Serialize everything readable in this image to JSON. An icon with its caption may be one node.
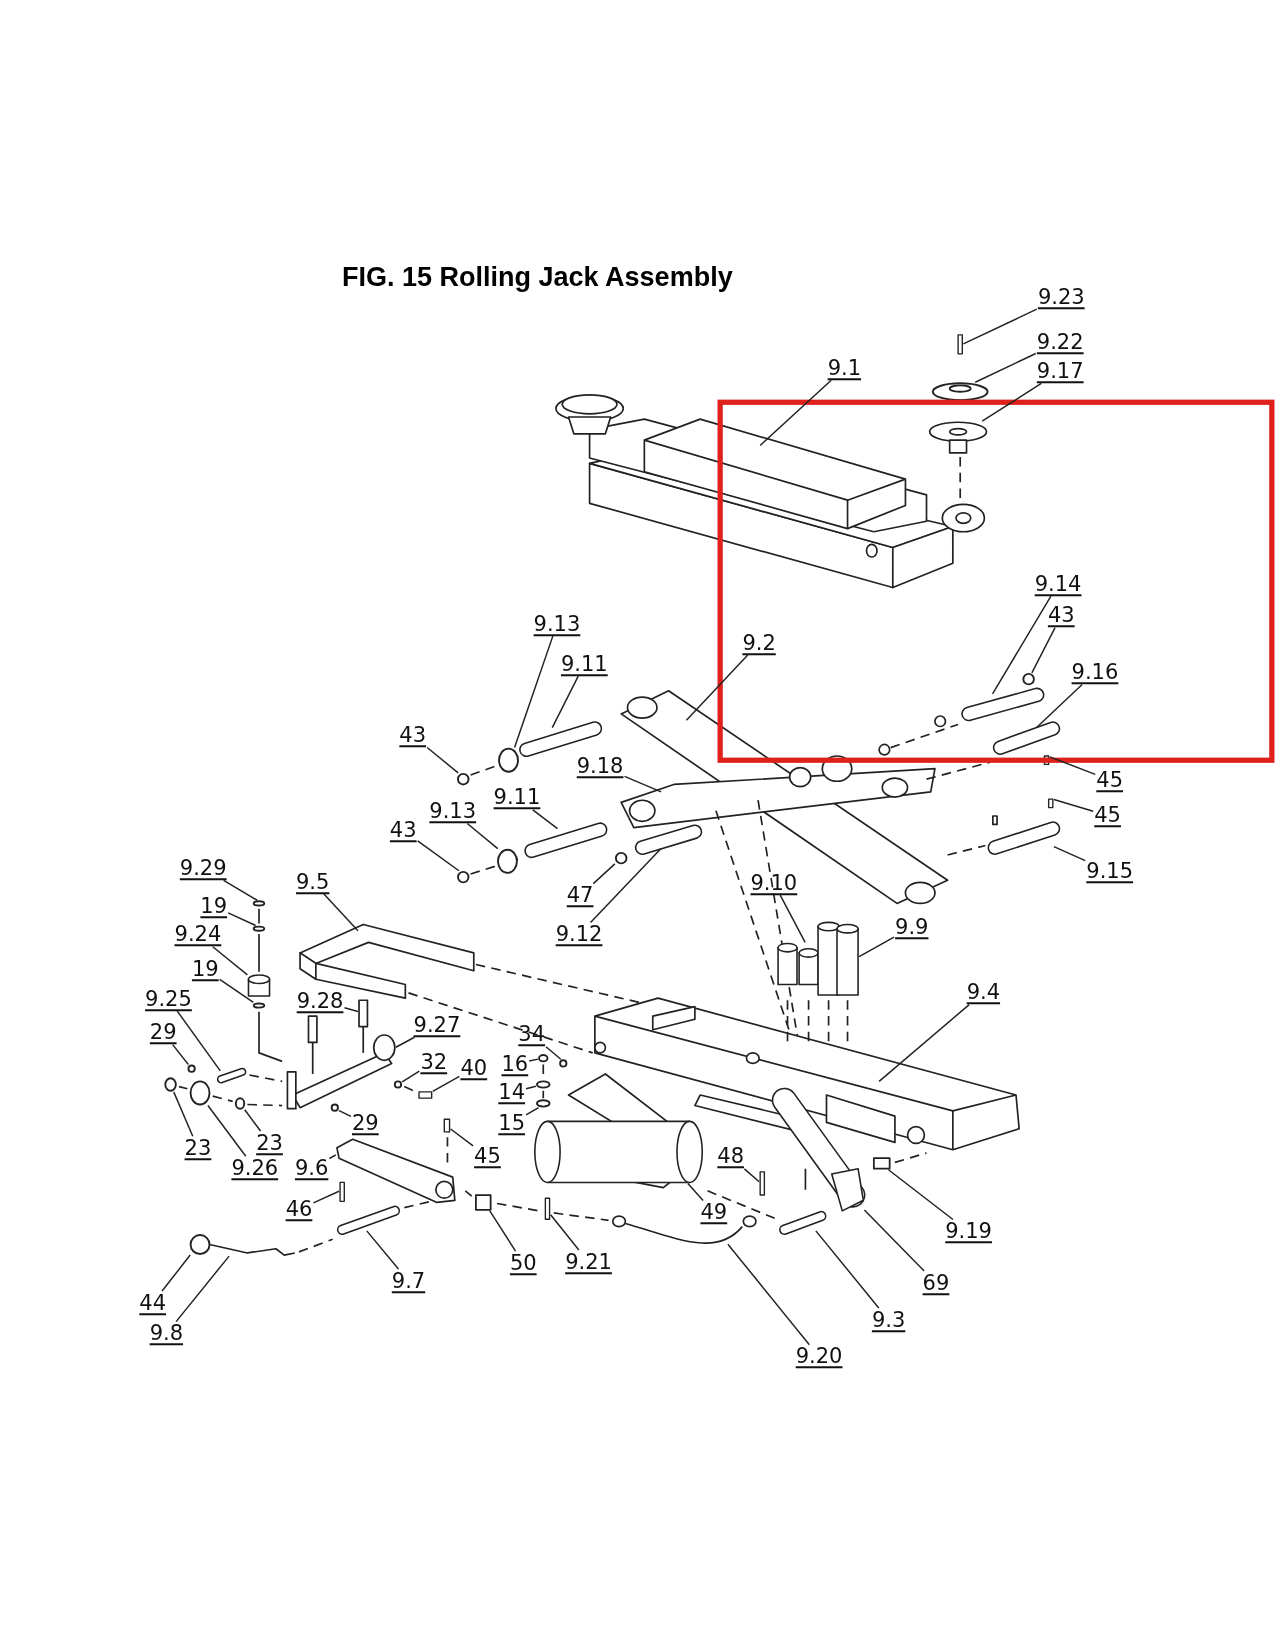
{
  "diagram": {
    "title": "FIG. 15  Rolling Jack Assembly",
    "nodes": [
      {
        "text": [
          "9.23"
        ]
      },
      {
        "text": [
          "9.22"
        ]
      },
      {
        "text": [
          "9.17"
        ]
      },
      {
        "text": [
          "9.1"
        ]
      },
      {
        "text": [
          "9.14"
        ]
      },
      {
        "text": [
          "43"
        ]
      },
      {
        "text": [
          "9.16"
        ]
      },
      {
        "text": [
          "9.2"
        ]
      },
      {
        "text": [
          "45"
        ]
      },
      {
        "text": [
          "45"
        ]
      },
      {
        "text": [
          "9.15"
        ]
      },
      {
        "text": [
          "9.13"
        ]
      },
      {
        "text": [
          "9.11"
        ]
      },
      {
        "text": [
          "43"
        ]
      },
      {
        "text": [
          "9.18"
        ]
      },
      {
        "text": [
          "9.13"
        ]
      },
      {
        "text": [
          "9.11"
        ]
      },
      {
        "text": [
          "43"
        ]
      },
      {
        "text": [
          "47"
        ]
      },
      {
        "text": [
          "9.12"
        ]
      },
      {
        "text": [
          "9.29"
        ]
      },
      {
        "text": [
          "19"
        ]
      },
      {
        "text": [
          "9.24"
        ]
      },
      {
        "text": [
          "19"
        ]
      },
      {
        "text": [
          "9.5"
        ]
      },
      {
        "text": [
          "9.10"
        ]
      },
      {
        "text": [
          "9.9"
        ]
      },
      {
        "text": [
          "9.4"
        ]
      },
      {
        "text": [
          "9.25"
        ]
      },
      {
        "text": [
          "9.28"
        ]
      },
      {
        "text": [
          "9.27"
        ]
      },
      {
        "text": [
          "29"
        ]
      },
      {
        "text": [
          "34"
        ]
      },
      {
        "text": [
          "32"
        ]
      },
      {
        "text": [
          "40"
        ]
      },
      {
        "text": [
          "16"
        ]
      },
      {
        "text": [
          "14"
        ]
      },
      {
        "text": [
          "15"
        ]
      },
      {
        "text": [
          "29"
        ]
      },
      {
        "text": [
          "23"
        ]
      },
      {
        "text": [
          "23"
        ]
      },
      {
        "text": [
          "9.26"
        ]
      },
      {
        "text": [
          "9.6"
        ]
      },
      {
        "text": [
          "45"
        ]
      },
      {
        "text": [
          "48"
        ]
      },
      {
        "text": [
          "49"
        ]
      },
      {
        "text": [
          "46"
        ]
      },
      {
        "text": [
          "9.19"
        ]
      },
      {
        "text": [
          "50"
        ]
      },
      {
        "text": [
          "9.21"
        ]
      },
      {
        "text": [
          "69"
        ]
      },
      {
        "text": [
          "9.7"
        ]
      },
      {
        "text": [
          "44"
        ]
      },
      {
        "text": [
          "9.8"
        ]
      },
      {
        "text": [
          "9.3"
        ]
      },
      {
        "text": [
          "9.20"
        ]
      },
      {
        "text": [],
        "shape": "bar"
      },
      {
        "text": [],
        "shape": "circle"
      },
      {
        "text": [],
        "shape": "picture"
      },
      {
        "text": [],
        "shape": "cylinder"
      },
      {
        "text": [],
        "shape": "circle"
      },
      {
        "text": [],
        "shape": "cylinder"
      },
      {
        "text": [],
        "shape": "bar"
      },
      {
        "text": [],
        "shape": "bar"
      },
      {
        "text": [],
        "shape": "cylinder"
      },
      {
        "text": [],
        "shape": "circle"
      },
      {
        "text": [],
        "shape": "cylinder"
      },
      {
        "text": [],
        "shape": "circle"
      },
      {
        "text": [],
        "shape": "circle"
      },
      {
        "text": [],
        "shape": "cylinder"
      },
      {
        "text": [],
        "shape": "circle"
      },
      {
        "text": [],
        "shape": "circle"
      },
      {
        "text": [],
        "shape": "cylinder"
      },
      {
        "text": [],
        "shape": "circle"
      },
      {
        "text": [],
        "shape": "circle"
      },
      {
        "text": [],
        "shape": "cylinder"
      },
      {
        "text": [],
        "shape": "circle"
      },
      {
        "text": [],
        "shape": "cylinder"
      },
      {
        "text": [],
        "shape": "cylinder"
      },
      {
        "text": [],
        "shape": "cylinder"
      },
      {
        "text": [],
        "shape": "picture"
      },
      {
        "text": [],
        "shape": "picture"
      },
      {
        "text": [],
        "shape": "circle"
      },
      {
        "text": [],
        "shape": "circle"
      },
      {
        "text": [],
        "shape": "circle"
      },
      {
        "text": [],
        "shape": "bar"
      },
      {
        "text": [],
        "shape": "circle"
      },
      {
        "text": [],
        "shape": "circle"
      },
      {
        "text": [],
        "shape": "circle"
      },
      {
        "text": [],
        "shape": "circle"
      },
      {
        "text": [],
        "shape": "circle"
      },
      {
        "text": [],
        "shape": "circle"
      },
      {
        "text": [],
        "shape": "circle"
      },
      {
        "text": [],
        "shape": "picture"
      },
      {
        "text": [],
        "shape": "bar"
      },
      {
        "text": [],
        "shape": "bar"
      },
      {
        "text": [],
        "shape": "cylinder"
      },
      {
        "text": [],
        "shape": "bar"
      },
      {
        "text": [],
        "shape": "box"
      },
      {
        "text": [],
        "shape": "box"
      },
      {
        "text": [],
        "shape": "bar"
      },
      {
        "text": [],
        "shape": "cylinder"
      },
      {
        "text": [],
        "shape": "cylinder"
      },
      {
        "text": [],
        "shape": "circle"
      },
      {
        "text": [],
        "shape": "picture"
      },
      {
        "text": [],
        "shape": "cylinder"
      },
      {
        "text": [],
        "shape": "picture"
      }
    ],
    "edges": [
      {
        "from": 0,
        "to": 56,
        "arrow": "none"
      },
      {
        "from": 1,
        "to": 57,
        "arrow": "none"
      },
      {
        "from": 2,
        "to": 58,
        "arrow": "none"
      },
      {
        "from": 3,
        "to": null,
        "arrow": "none"
      },
      {
        "from": 4,
        "to": 59,
        "arrow": "none"
      },
      {
        "from": 5,
        "to": 60,
        "arrow": "none"
      },
      {
        "from": 6,
        "to": 61,
        "arrow": "none"
      },
      {
        "from": 7,
        "to": null,
        "arrow": "none"
      },
      {
        "from": 8,
        "to": 62,
        "arrow": "none"
      },
      {
        "from": 9,
        "to": 63,
        "arrow": "none"
      },
      {
        "from": 10,
        "to": 64,
        "arrow": "none"
      },
      {
        "from": 11,
        "to": 65,
        "arrow": "none"
      },
      {
        "from": 12,
        "to": 66,
        "arrow": "none"
      },
      {
        "from": 13,
        "to": 67,
        "arrow": "none"
      },
      {
        "from": 14,
        "to": null,
        "arrow": "none"
      },
      {
        "from": 15,
        "to": 68,
        "arrow": "none"
      },
      {
        "from": 16,
        "to": 69,
        "arrow": "none"
      },
      {
        "from": 17,
        "to": 70,
        "arrow": "none"
      },
      {
        "from": 18,
        "to": 71,
        "arrow": "none"
      },
      {
        "from": 19,
        "to": 72,
        "arrow": "none"
      },
      {
        "from": 20,
        "to": 73,
        "arrow": "none"
      },
      {
        "from": 21,
        "to": 74,
        "arrow": "none"
      },
      {
        "from": 22,
        "to": 75,
        "arrow": "none"
      },
      {
        "from": 23,
        "to": 76,
        "arrow": "none"
      },
      {
        "from": 24,
        "to": null,
        "arrow": "none"
      },
      {
        "from": 25,
        "to": 77,
        "arrow": "none"
      },
      {
        "from": 26,
        "to": 78,
        "arrow": "none"
      },
      {
        "from": 27,
        "to": null,
        "arrow": "none"
      },
      {
        "from": 28,
        "to": 79,
        "arrow": "none"
      },
      {
        "from": 29,
        "to": 80,
        "arrow": "none"
      },
      {
        "from": 30,
        "to": 81,
        "arrow": "none"
      },
      {
        "from": 31,
        "to": 82,
        "arrow": "none"
      },
      {
        "from": 32,
        "to": 83,
        "arrow": "none"
      },
      {
        "from": 33,
        "to": 84,
        "arrow": "none"
      },
      {
        "from": 34,
        "to": 85,
        "arrow": "none"
      },
      {
        "from": 35,
        "to": 86,
        "arrow": "none"
      },
      {
        "from": 36,
        "to": 87,
        "arrow": "none"
      },
      {
        "from": 37,
        "to": 88,
        "arrow": "none"
      },
      {
        "from": 38,
        "to": 89,
        "arrow": "none"
      },
      {
        "from": 39,
        "to": 90,
        "arrow": "none"
      },
      {
        "from": 40,
        "to": 91,
        "arrow": "none"
      },
      {
        "from": 41,
        "to": 92,
        "arrow": "none"
      },
      {
        "from": 42,
        "to": 93,
        "arrow": "none"
      },
      {
        "from": 43,
        "to": 94,
        "arrow": "none"
      },
      {
        "from": 44,
        "to": 95,
        "arrow": "none"
      },
      {
        "from": 45,
        "to": 96,
        "arrow": "none"
      },
      {
        "from": 46,
        "to": 97,
        "arrow": "none"
      },
      {
        "from": 47,
        "to": 98,
        "arrow": "none"
      },
      {
        "from": 48,
        "to": 99,
        "arrow": "none"
      },
      {
        "from": 49,
        "to": 100,
        "arrow": "none"
      },
      {
        "from": 50,
        "to": 101,
        "arrow": "none"
      },
      {
        "from": 51,
        "to": 102,
        "arrow": "none"
      },
      {
        "from": 52,
        "to": 103,
        "arrow": "none"
      },
      {
        "from": 53,
        "to": 104,
        "arrow": "none"
      },
      {
        "from": 54,
        "to": 105,
        "arrow": "none"
      },
      {
        "from": 55,
        "to": 106,
        "arrow": "none"
      }
    ]
  }
}
